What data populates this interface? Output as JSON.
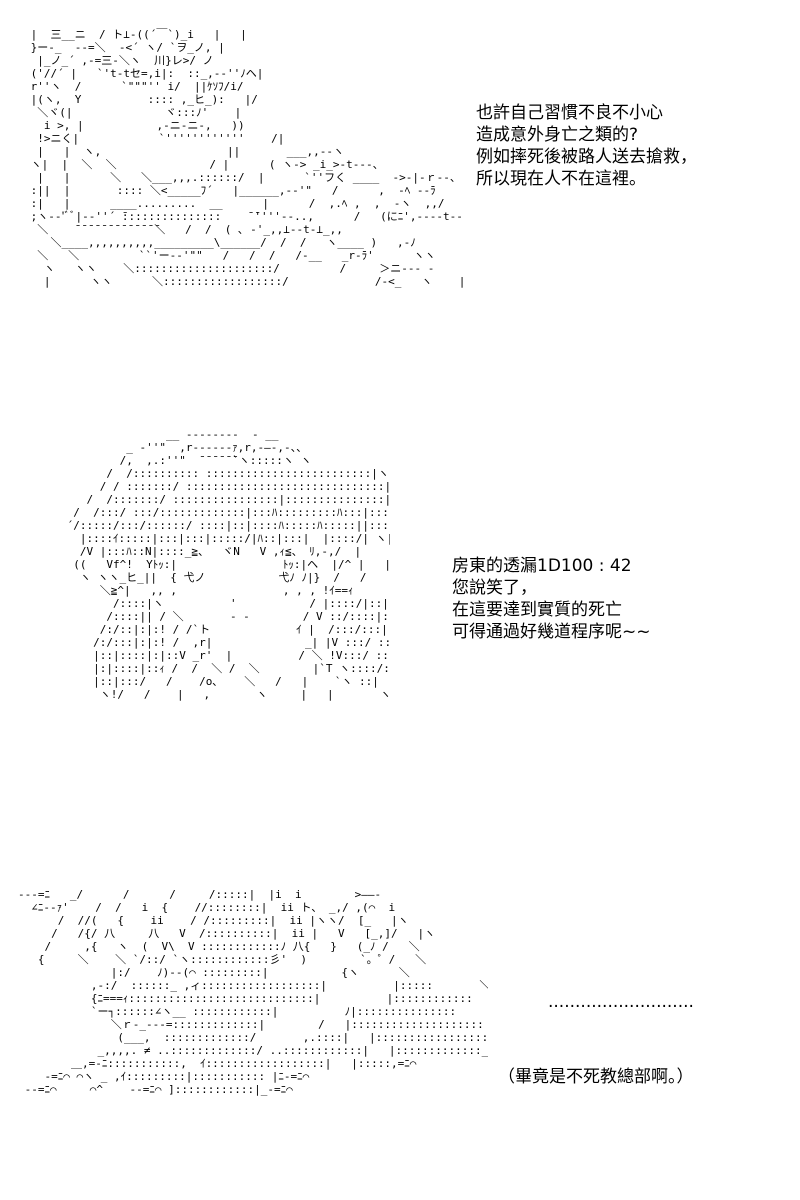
{
  "panels": [
    {
      "speaker_lines": [
        "也許自己習慣不良不小心",
        "造成意外身亡之類的?",
        "例如摔死後被路人送去搶救，",
        "所以現在人不在這裡。"
      ]
    },
    {
      "roll_line": "房東的透漏1D100 : 42",
      "speaker_lines": [
        "您說笑了，",
        "在這要達到實質的死亡",
        "可得通過好幾道程序呢~~"
      ]
    },
    {
      "ellipsis": "...........................",
      "aside": "（畢竟是不死教總部啊。）"
    }
  ]
}
